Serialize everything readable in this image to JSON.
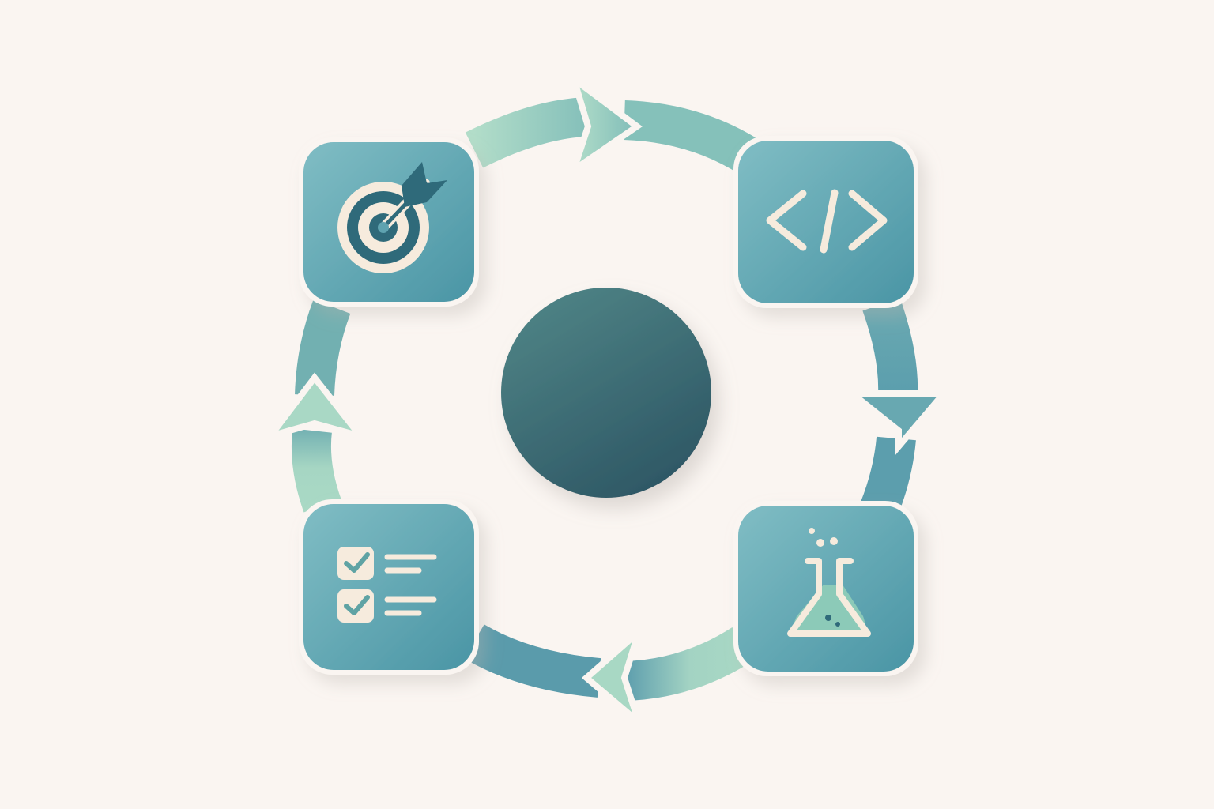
{
  "diagram": {
    "type": "cycle",
    "direction": "clockwise",
    "center_node": {
      "icon": "center-circle",
      "label": ""
    },
    "nodes": [
      {
        "id": "plan",
        "icon": "target-icon",
        "label": ""
      },
      {
        "id": "build",
        "icon": "code-icon",
        "label": ""
      },
      {
        "id": "test",
        "icon": "flask-icon",
        "label": ""
      },
      {
        "id": "review",
        "icon": "checklist-icon",
        "label": ""
      }
    ],
    "edges": [
      {
        "from": "plan",
        "to": "build"
      },
      {
        "from": "build",
        "to": "test"
      },
      {
        "from": "test",
        "to": "review"
      },
      {
        "from": "review",
        "to": "plan"
      }
    ]
  },
  "colors": {
    "background": "#faf5f1",
    "tile_light": "#7fbcc3",
    "tile_dark": "#4b97a6",
    "center_light": "#4d8285",
    "center_dark": "#2e5864",
    "arrow_mint": "#a8d8c4",
    "arrow_teal": "#5d9fae",
    "icon_cream": "#f6ebdd",
    "icon_dark": "#2f6a7a"
  }
}
